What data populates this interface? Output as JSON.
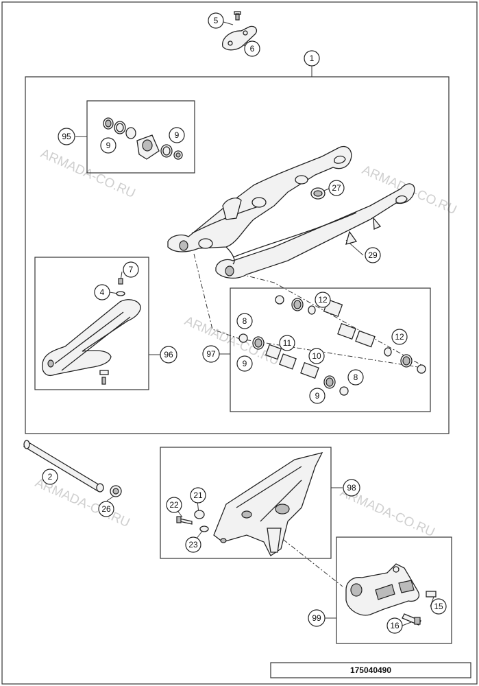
{
  "watermark": "ARMADA-CO.RU",
  "document_number": "175040490",
  "callouts": [
    "1",
    "2",
    "4",
    "5",
    "6",
    "7",
    "8",
    "8",
    "9",
    "9",
    "9",
    "9",
    "10",
    "11",
    "12",
    "12",
    "15",
    "16",
    "21",
    "22",
    "23",
    "26",
    "27",
    "29",
    "95",
    "96",
    "97",
    "98",
    "99"
  ]
}
